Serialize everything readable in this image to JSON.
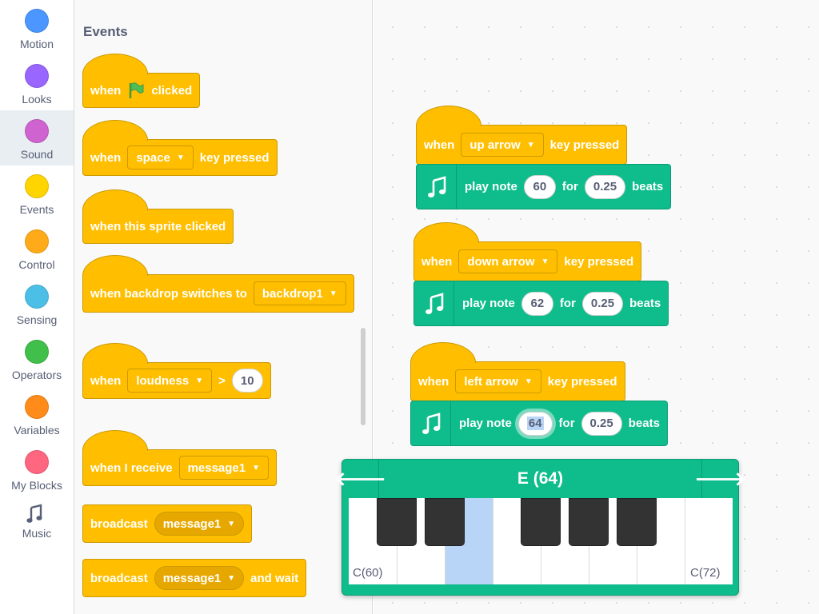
{
  "categories": [
    {
      "label": "Motion",
      "color": "#4c97ff",
      "icon": "motion-dot-icon"
    },
    {
      "label": "Looks",
      "color": "#9966ff",
      "icon": "looks-dot-icon"
    },
    {
      "label": "Sound",
      "color": "#cf63cf",
      "icon": "sound-dot-icon"
    },
    {
      "label": "Events",
      "color": "#ffd500",
      "icon": "events-dot-icon"
    },
    {
      "label": "Control",
      "color": "#ffab19",
      "icon": "control-dot-icon"
    },
    {
      "label": "Sensing",
      "color": "#4cbfe6",
      "icon": "sensing-dot-icon"
    },
    {
      "label": "Operators",
      "color": "#40bf4a",
      "icon": "operators-dot-icon"
    },
    {
      "label": "Variables",
      "color": "#ff8c1a",
      "icon": "variables-dot-icon"
    },
    {
      "label": "My Blocks",
      "color": "#ff6680",
      "icon": "myblocks-dot-icon"
    },
    {
      "label": "Music",
      "icon": "music-notes-icon"
    }
  ],
  "palette": {
    "title": "Events",
    "flag": {
      "w1": "when",
      "w2": "clicked"
    },
    "key": {
      "w1": "when",
      "dd": "space",
      "w2": "key pressed"
    },
    "sprite": {
      "w1": "when this sprite clicked"
    },
    "backdrop": {
      "w1": "when backdrop switches to",
      "dd": "backdrop1"
    },
    "loud": {
      "w1": "when",
      "dd": "loudness",
      "op": ">",
      "val": "10"
    },
    "receive": {
      "w1": "when I receive",
      "dd": "message1"
    },
    "broadcast": {
      "w1": "broadcast",
      "dd": "message1"
    },
    "bwait": {
      "w1": "broadcast",
      "dd": "message1",
      "w2": "and wait"
    }
  },
  "scripts": [
    {
      "when": "when",
      "key": "up arrow",
      "pressed": "key pressed",
      "play": "play note",
      "note": "60",
      "for": "for",
      "beats_val": "0.25",
      "beats": "beats"
    },
    {
      "when": "when",
      "key": "down arrow",
      "pressed": "key pressed",
      "play": "play note",
      "note": "62",
      "for": "for",
      "beats_val": "0.25",
      "beats": "beats"
    },
    {
      "when": "when",
      "key": "left arrow",
      "pressed": "key pressed",
      "play": "play note",
      "note": "64",
      "for": "for",
      "beats_val": "0.25",
      "beats": "beats"
    }
  ],
  "piano": {
    "note_name": "E (64)",
    "left_arrow": "🡐",
    "right_arrow": "🡒",
    "low_label": "C(60)",
    "high_label": "C(72)",
    "selected_key": "E"
  },
  "colors": {
    "events": "#ffbf00",
    "music": "#0fbd8c",
    "selected_key": "#b8d4f6"
  }
}
